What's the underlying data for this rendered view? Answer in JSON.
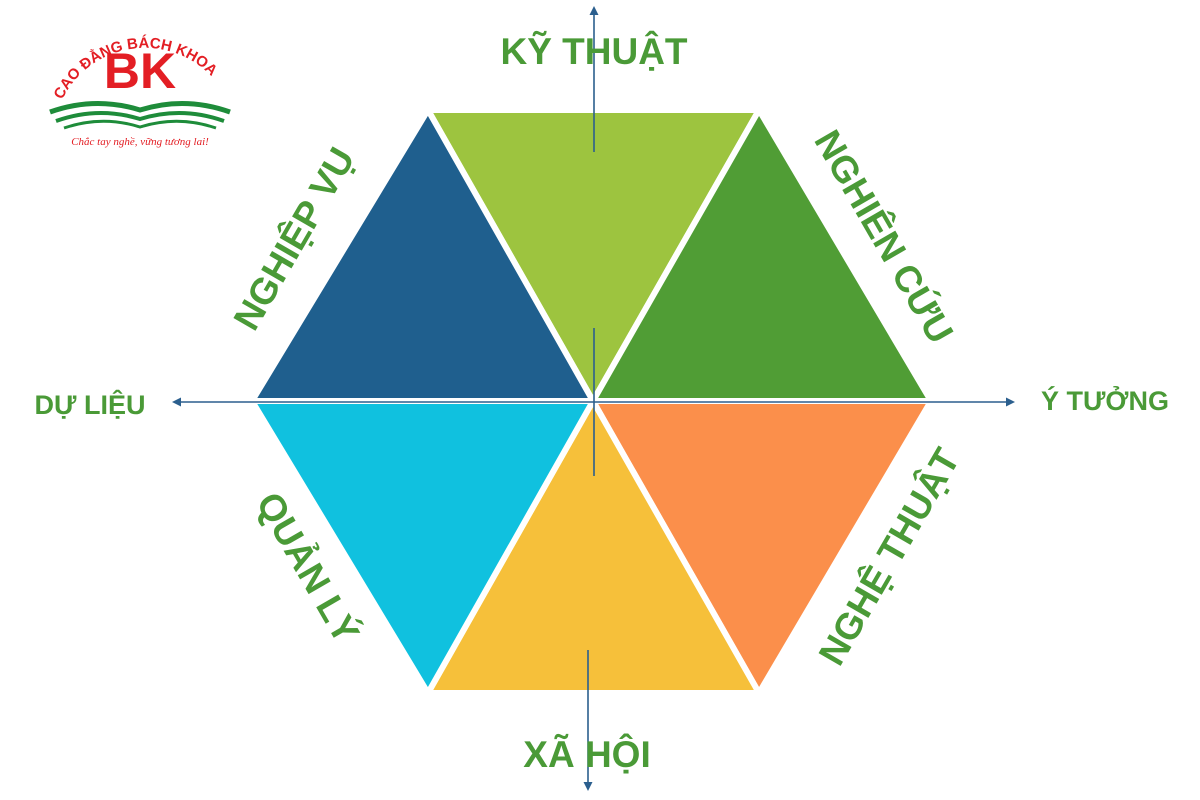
{
  "logo": {
    "arc_text": "CAO ĐẲNG BÁCH KHOA",
    "mark": "BK",
    "slogan": "Chắc tay nghề, vững tương lai!",
    "colors": {
      "red": "#e31e24",
      "green": "#1e8c3a"
    }
  },
  "axes": {
    "top": "KỸ THUẬT",
    "bottom": "XÃ HỘI",
    "left": "DỰ LIỆU",
    "right": "Ý TƯỞNG",
    "line_color": "#2b5f8e"
  },
  "segments": [
    {
      "label": "KỸ THUẬT",
      "color": "#9dc43f"
    },
    {
      "label": "NGHIÊN CỨU",
      "color": "#509d35"
    },
    {
      "label": "NGHỆ THUẬT",
      "color": "#fb8f4b"
    },
    {
      "label": "XÃ HỘI",
      "color": "#f6c03a"
    },
    {
      "label": "QUẢN LÝ",
      "color": "#10c1df"
    },
    {
      "label": "NGHIỆP VỤ",
      "color": "#1f5f8e"
    }
  ],
  "label_color": "#4a9a37"
}
